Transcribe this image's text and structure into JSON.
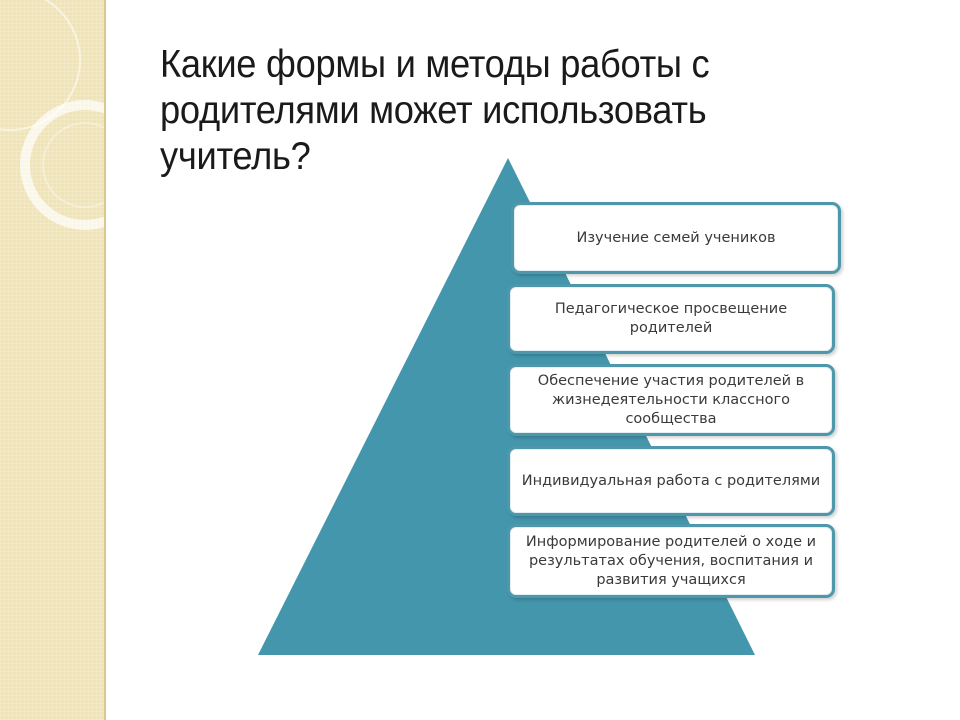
{
  "title": "Какие формы и методы работы с родителями может использовать учитель?",
  "pyramid": {
    "items": [
      "Изучение семей учеников",
      "Педагогическое просвещение родителей",
      "Обеспечение участия родителей в жизнедеятельности классного сообщества",
      "Индивидуальная работа с родителями",
      "Информирование родителей о ходе и результатах обучения, воспитания и развития учащихся"
    ]
  },
  "colors": {
    "pyramid_fill": "#4496ad",
    "box_border": "#4f98ab",
    "sidebar": "#efe3b8"
  }
}
